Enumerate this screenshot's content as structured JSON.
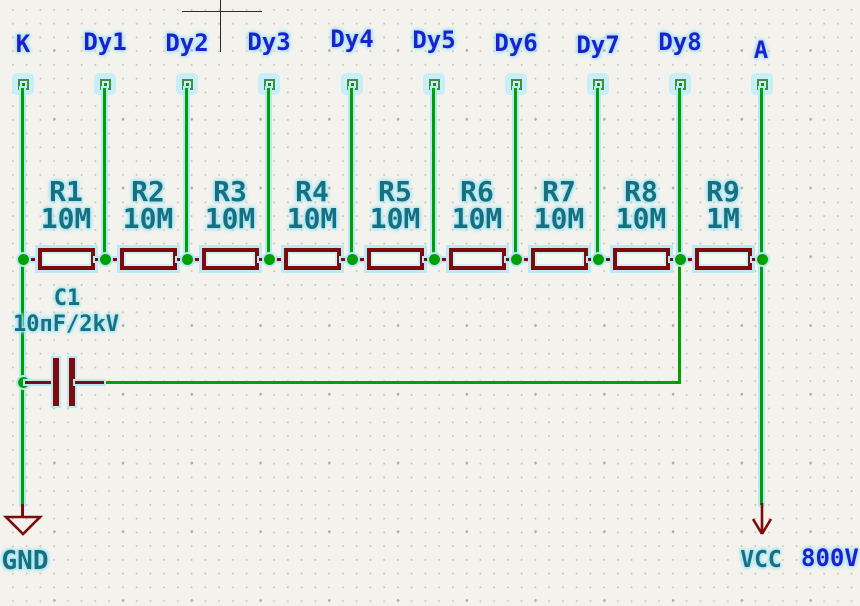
{
  "canvas": {
    "kind": "schematic-editor-sheet"
  },
  "colors": {
    "background": "#F4F2EC",
    "wire": "#00A000",
    "device_outline": "#7E0B0B",
    "field_text": "#177080",
    "net_label_text": "#1F1FD0",
    "highlight_halo": "#B8E8F4"
  },
  "net_labels": [
    {
      "label": "K"
    },
    {
      "label": "Dy1"
    },
    {
      "label": "Dy2"
    },
    {
      "label": "Dy3"
    },
    {
      "label": "Dy4"
    },
    {
      "label": "Dy5"
    },
    {
      "label": "Dy6"
    },
    {
      "label": "Dy7"
    },
    {
      "label": "Dy8"
    },
    {
      "label": "A"
    }
  ],
  "resistors": [
    {
      "ref": "R1",
      "value": "10M"
    },
    {
      "ref": "R2",
      "value": "10M"
    },
    {
      "ref": "R3",
      "value": "10M"
    },
    {
      "ref": "R4",
      "value": "10M"
    },
    {
      "ref": "R5",
      "value": "10M"
    },
    {
      "ref": "R6",
      "value": "10M"
    },
    {
      "ref": "R7",
      "value": "10M"
    },
    {
      "ref": "R8",
      "value": "10M"
    },
    {
      "ref": "R9",
      "value": "1M"
    }
  ],
  "capacitor": {
    "ref": "C1",
    "value": "10пF/2kV"
  },
  "power": {
    "gnd": "GND",
    "vcc": "VCC",
    "vcc_voltage": "800V"
  }
}
